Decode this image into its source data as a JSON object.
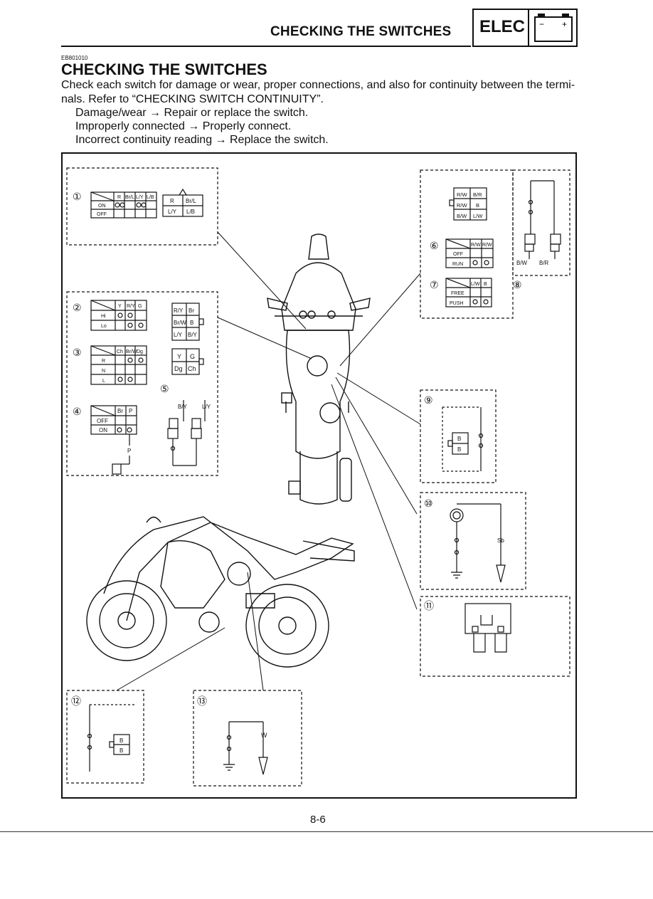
{
  "header": {
    "title": "CHECKING THE SWITCHES",
    "badge": "ELEC",
    "battery_minus": "−",
    "battery_plus": "+"
  },
  "section": {
    "code": "EB801010",
    "title": "CHECKING THE SWITCHES",
    "paragraph": "Check each switch for damage or wear, proper connections, and also for continuity between the termi-nals. Refer to “CHECKING SWITCH CONTINUITY”.",
    "steps": [
      "Damage/wear → Repair or replace the switch.",
      "Improperly connected → Properly connect.",
      "Incorrect continuity reading → Replace the switch."
    ]
  },
  "figure": {
    "callouts": [
      "①",
      "②",
      "③",
      "④",
      "⑤",
      "⑥",
      "⑦",
      "⑧",
      "⑨",
      "⑩",
      "⑪",
      "⑫",
      "⑬"
    ],
    "sw1": {
      "cols": [
        "R",
        "Br/L",
        "L/Y",
        "L/B"
      ],
      "rows": [
        "ON",
        "OFF"
      ],
      "conn": [
        "R",
        "Br/L",
        "L/Y",
        "L/B"
      ]
    },
    "sw2": {
      "cols": [
        "Y",
        "R/Y",
        "G"
      ],
      "rows": [
        "Hi",
        "Lo"
      ]
    },
    "sw3": {
      "cols": [
        "Ch",
        "Br/W",
        "Dg"
      ],
      "rows": [
        "R",
        "N",
        "L"
      ]
    },
    "sw4": {
      "cols": [
        "Br",
        "P"
      ],
      "rows": [
        "OFF",
        "ON"
      ],
      "wire": "P"
    },
    "conn_a": [
      "R/Y",
      "Br",
      "Br/W",
      "B",
      "L/Y",
      "B/Y"
    ],
    "conn_b": [
      "Y",
      "G",
      "Dg",
      "Ch"
    ],
    "sw5": {
      "wires": [
        "B/Y",
        "L/Y"
      ]
    },
    "sw6": {
      "cols": [
        "R/W",
        "R/W"
      ],
      "rows": [
        "OFF",
        "RUN"
      ],
      "conn": [
        "R/W",
        "B/R",
        "R/W",
        "B",
        "B/W",
        "L/W"
      ]
    },
    "sw7": {
      "cols": [
        "L/W",
        "B"
      ],
      "rows": [
        "FREE",
        "PUSH"
      ]
    },
    "sw8": {
      "wires": [
        "B/W",
        "B/R"
      ]
    },
    "sw9": {
      "conn": [
        "B",
        "B"
      ]
    },
    "sw10": {
      "wire": "Sb"
    },
    "sw12": {
      "conn": [
        "B",
        "B"
      ]
    },
    "sw13": {
      "wire": "W"
    }
  },
  "page_number": "8-6"
}
